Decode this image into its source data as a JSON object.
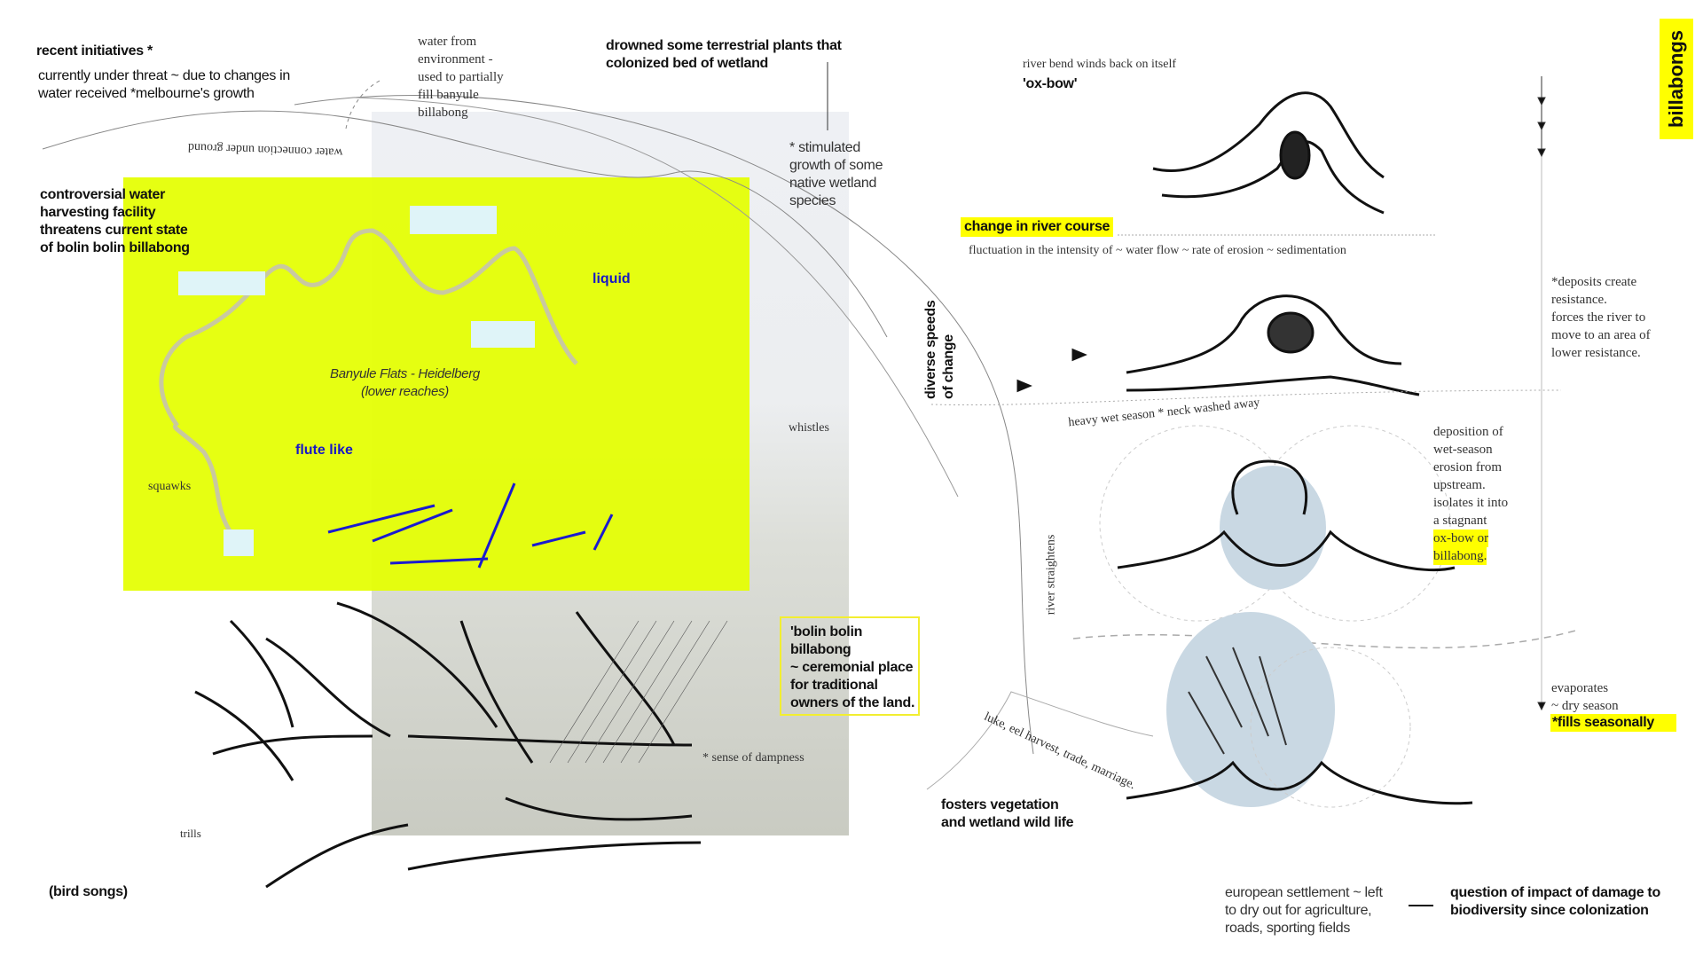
{
  "colors": {
    "highlight": "#ffff00",
    "overlay_yellow": "#e4ff00",
    "blue_text": "#1717c8",
    "water_blue": "#c9d8e3"
  },
  "left": {
    "recent_title": "recent initiatives *",
    "threat_lines": [
      "currently under threat ~ due to changes in",
      "water received *melbourne's growth"
    ],
    "water_from_lines": [
      "water from",
      "environment -",
      "used to partially",
      "fill banyule",
      "billabong"
    ],
    "drowned_lines": [
      "drowned some terrestrial plants that",
      "colonized bed of wetland"
    ],
    "stimulated_lines": [
      "* stimulated",
      "growth of some",
      "native wetland",
      "species"
    ],
    "water_connection": "water connection under ground",
    "controversial_lines": [
      "controversial water",
      "harvesting  facility",
      "threatens current state",
      "of bolin bolin billabong"
    ],
    "liquid": "liquid",
    "location_lines": [
      "Banyule Flats - Heidelberg",
      "(lower reaches)"
    ],
    "flute_like": "flute like",
    "squawks": "squawks",
    "whistles": "whistles",
    "bolin_lines": [
      "'bolin bolin",
      "billabong",
      "~ ceremonial place",
      "for traditional",
      "owners of the land."
    ],
    "dampness": "* sense of dampness",
    "trills": "trills",
    "bird_songs": "(bird songs)"
  },
  "right": {
    "billabongs": "billabongs",
    "river_bend": "river bend winds back on itself",
    "ox_bow": "'ox-bow'",
    "change_course": "change in river course",
    "fluctuation": "fluctuation in the intensity of ~ water flow ~ rate of erosion ~ sedimentation",
    "diverse_lines": [
      "diverse speeds",
      "of change"
    ],
    "deposits_lines": [
      "*deposits create",
      "resistance.",
      "forces the river to",
      "move to an area of",
      "lower resistance."
    ],
    "heavy_wet": "heavy wet season * neck washed away",
    "deposition_lines": [
      "deposition of",
      "wet-season",
      "erosion from",
      "upstream.",
      "isolates it into",
      "a stagnant"
    ],
    "deposition_hl_lines": [
      "ox-bow or",
      "billabong."
    ],
    "river_straightens": "river straightens",
    "evaporates_lines": [
      "evaporates",
      "~ dry season"
    ],
    "fills_seasonally": "*fills seasonally",
    "luke_eel": "luke, eel harvest, trade, marriage.",
    "fosters_lines": [
      "fosters vegetation",
      "and wetland wild life"
    ],
    "european_lines": [
      "european settlement ~ left",
      "to dry out for agriculture,",
      "roads, sporting fields"
    ],
    "question_lines": [
      "question of impact of damage to",
      "biodiversity since colonization"
    ]
  }
}
